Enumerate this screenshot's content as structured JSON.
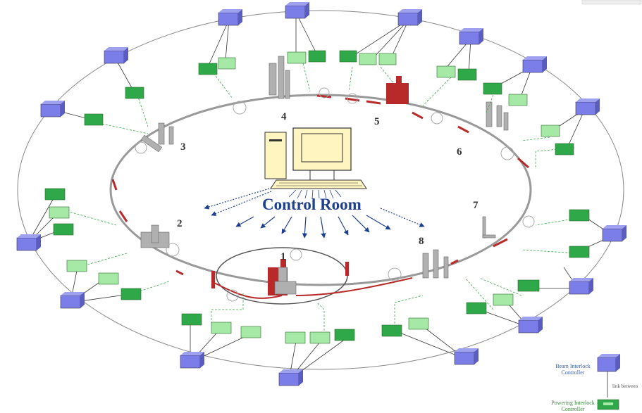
{
  "title": "Control Room",
  "points": [
    "1",
    "2",
    "3",
    "4",
    "5",
    "6",
    "7",
    "8"
  ],
  "legend": {
    "beam_controller": "Beam Interlock Controller",
    "powering_controller": "Powering Interlock Controller",
    "link_label": "link between"
  },
  "colors": {
    "beam_box": "#7b7de8",
    "powering_box": "#2fa84a",
    "powering_box_light": "#a6e8a6",
    "ring": "#888888",
    "magnet_red": "#b82a2a",
    "arrow": "#1f3f8f",
    "title": "#1f3f8f"
  }
}
